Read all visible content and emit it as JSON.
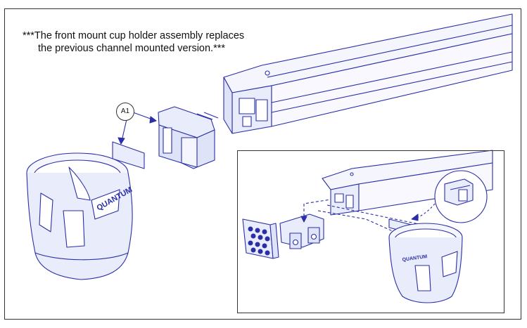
{
  "note": {
    "line1": "***The front mount cup holder assembly replaces",
    "line2": "the previous channel mounted version.***"
  },
  "callout": {
    "label": "A1"
  },
  "brand": {
    "text": "QUANTUM"
  },
  "colors": {
    "line": "#2a2fa8",
    "fill": "#e9ecfb",
    "frame": "#333333"
  }
}
